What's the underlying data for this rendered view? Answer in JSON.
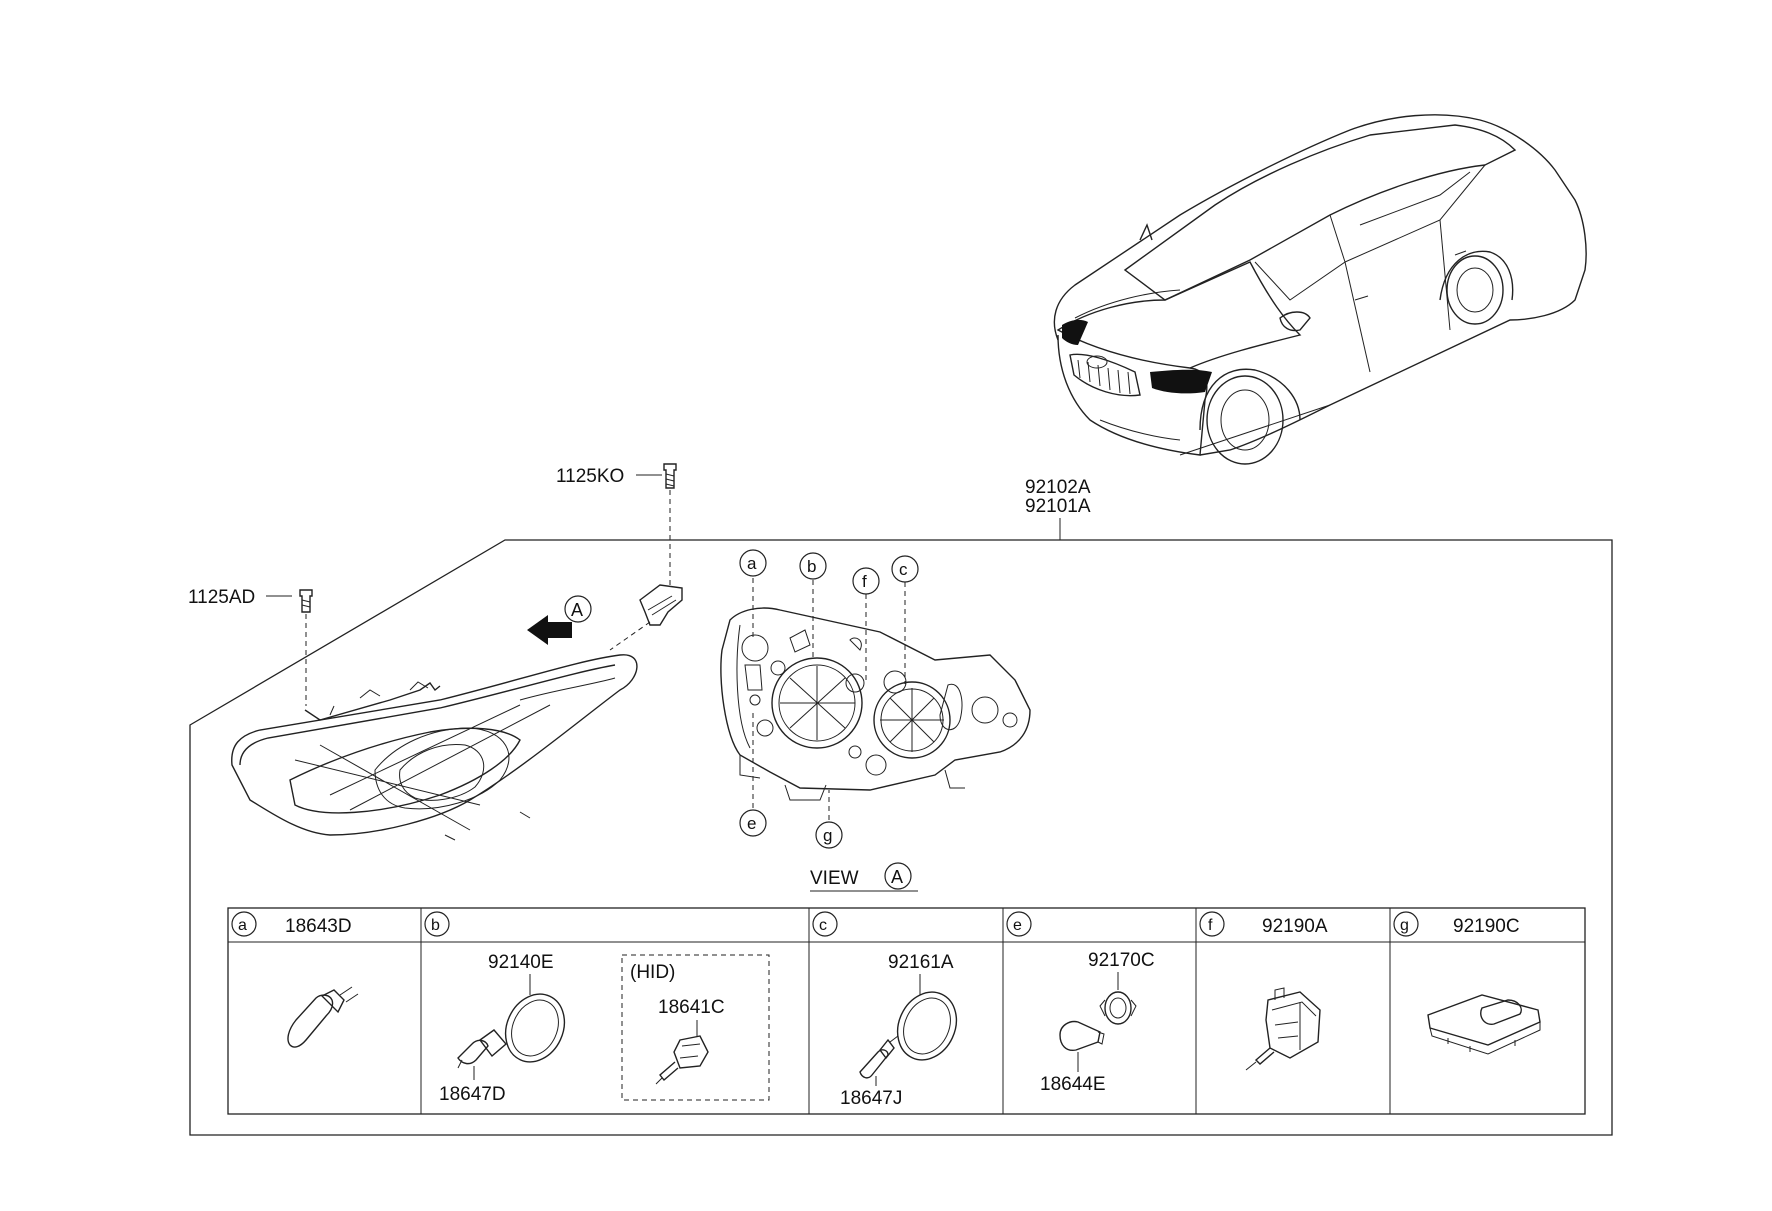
{
  "callouts": {
    "bolt_top": "1125KO",
    "bolt_left": "1125AD",
    "assembly_a": "92102A",
    "assembly_b": "92101A"
  },
  "view_marker": {
    "letter": "A",
    "caption": "VIEW"
  },
  "detail_letters": [
    "a",
    "b",
    "f",
    "c",
    "e",
    "g"
  ],
  "table": {
    "columns": [
      {
        "key": "a",
        "part": "18643D"
      },
      {
        "key": "b",
        "part": ""
      },
      {
        "key": "c",
        "part": ""
      },
      {
        "key": "e",
        "part": ""
      },
      {
        "key": "f",
        "part": "92190A"
      },
      {
        "key": "g",
        "part": "92190C"
      }
    ],
    "b_parts": {
      "ring": "92140E",
      "bulb": "18647D",
      "hid_label": "(HID)",
      "hid_part": "18641C"
    },
    "c_parts": {
      "ring": "92161A",
      "bulb": "18647J"
    },
    "e_parts": {
      "socket": "92170C",
      "bulb": "18644E"
    }
  }
}
